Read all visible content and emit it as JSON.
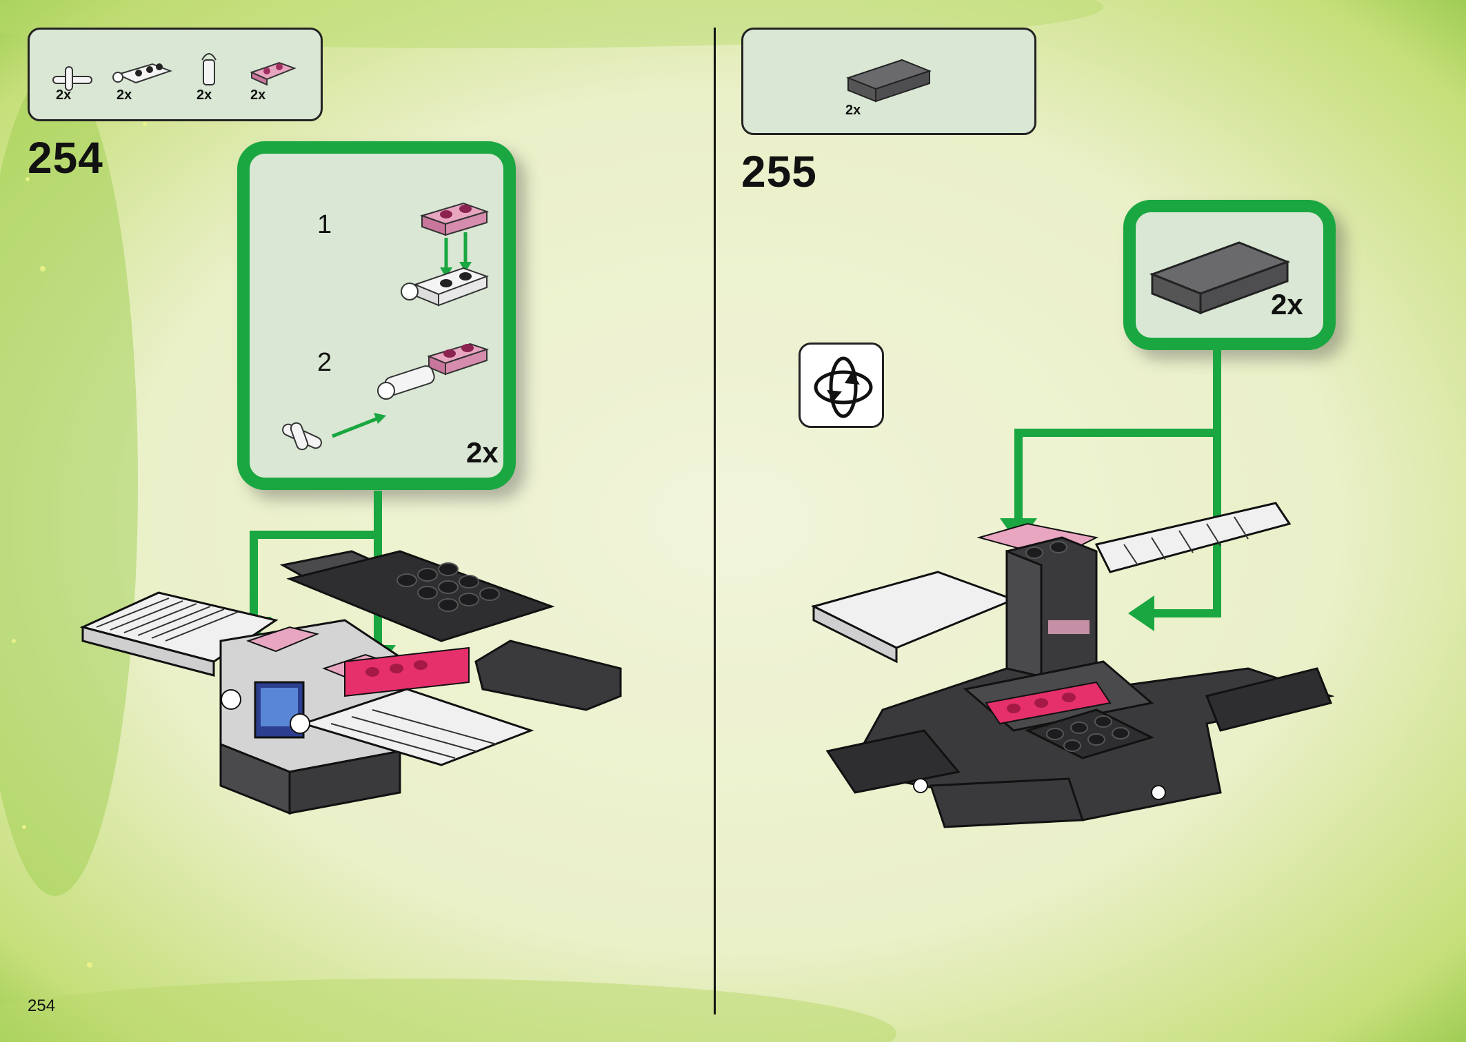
{
  "page": {
    "number": "254"
  },
  "left_step": {
    "number": "254",
    "parts": [
      {
        "icon": "axle-connector-part-icon",
        "count": "2x"
      },
      {
        "icon": "white-clip-plate-part-icon",
        "count": "2x"
      },
      {
        "icon": "white-clip-bar-part-icon",
        "count": "2x"
      },
      {
        "icon": "pink-plate-1x2-part-icon",
        "count": "2x"
      }
    ],
    "sub_assembly": {
      "steps": [
        "1",
        "2"
      ],
      "multiplier": "2x"
    }
  },
  "right_step": {
    "number": "255",
    "parts": [
      {
        "icon": "dark-gray-slope-part-icon",
        "count": "2x"
      }
    ],
    "sub_assembly": {
      "multiplier": "2x"
    },
    "rotate_icon": "rotate-model-icon"
  },
  "colors": {
    "callout_green": "#1aa640",
    "panel_fill": "#d9e7d4",
    "brick_dark": "#3a3a3c",
    "brick_pink": "#e8a6c1",
    "brick_red": "#e6306b"
  }
}
